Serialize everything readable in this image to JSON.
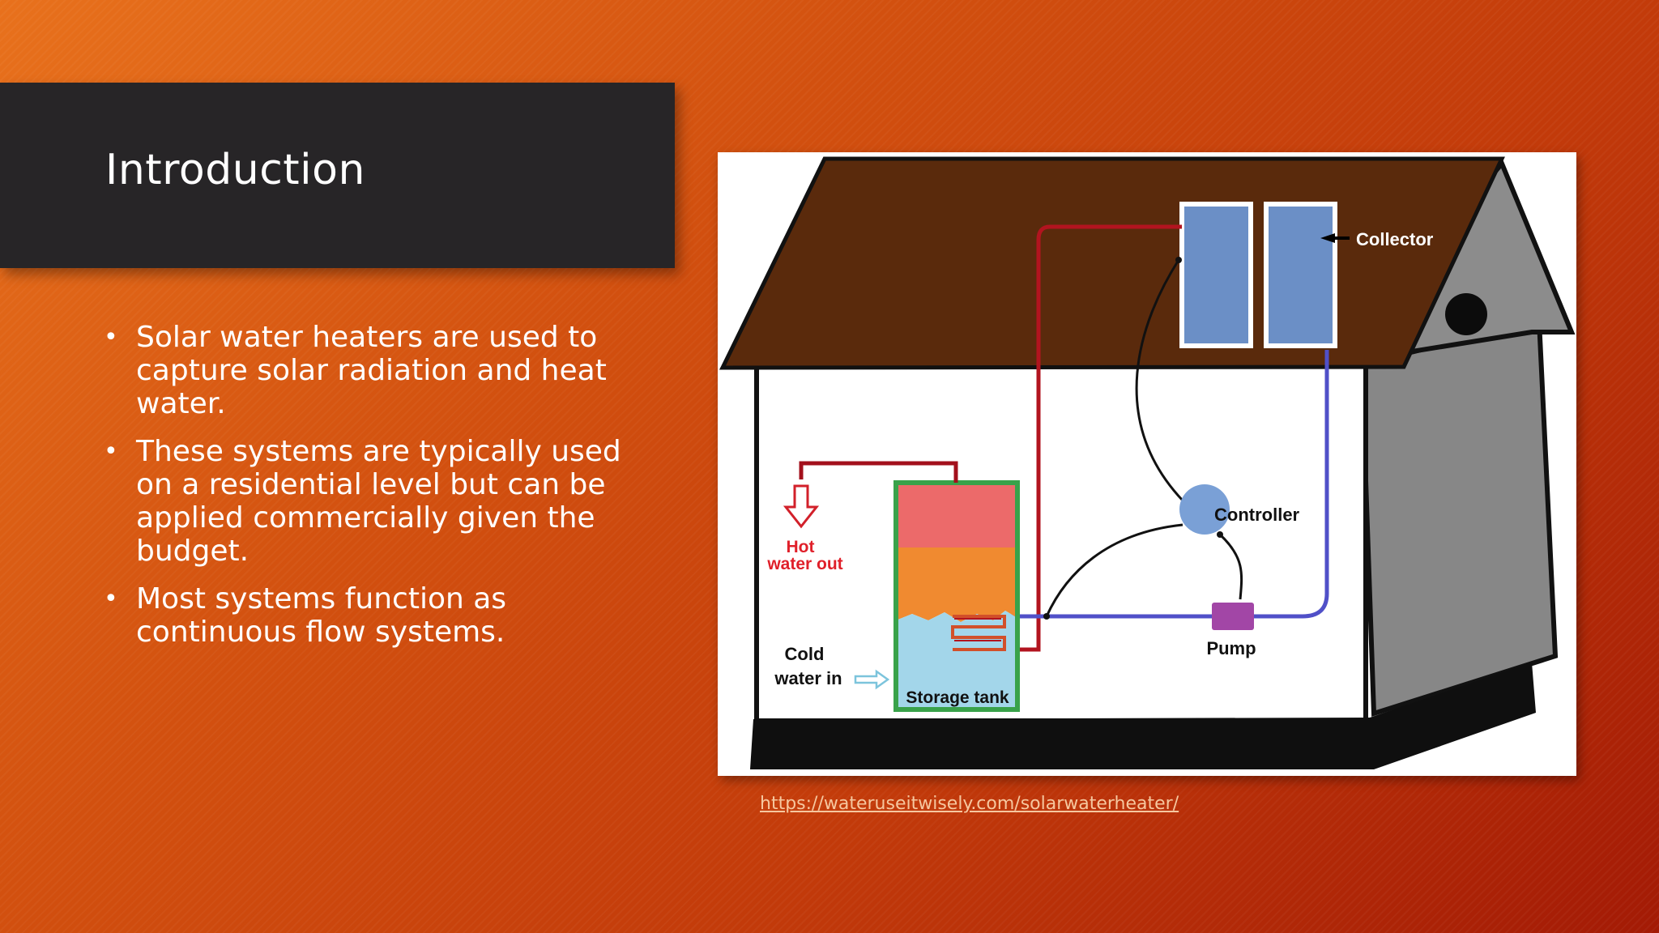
{
  "slide": {
    "title": "Introduction",
    "bullets": [
      "Solar water heaters are used to capture solar radiation and heat water.",
      "These systems are typically used on a residential level but can be applied commercially given the budget.",
      "Most systems function as continuous flow systems."
    ],
    "source_link": "https://wateruseitwisely.com/solarwaterheater/"
  },
  "diagram": {
    "labels": {
      "collector": "Collector",
      "controller": "Controller",
      "pump": "Pump",
      "hot_water_out_line1": "Hot",
      "hot_water_out_line2": "water out",
      "cold_water_in_line1": "Cold",
      "cold_water_in_line2": "water in",
      "storage_tank": "Storage tank"
    },
    "colors": {
      "roof": "#5a2a0c",
      "collector_panel": "#6b8fc6",
      "hot_pipe": "#b2141f",
      "cold_pipe": "#5050c8",
      "controller": "#7aa0d6",
      "pump": "#a246a6",
      "tank_border": "#39a24a",
      "hot_label": "#e0202a"
    }
  }
}
